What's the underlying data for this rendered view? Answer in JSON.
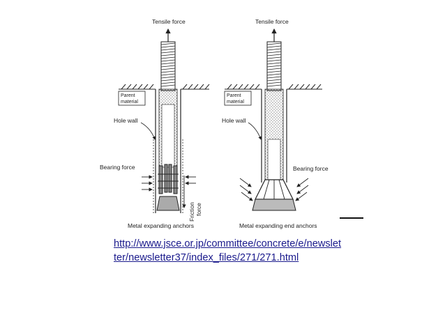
{
  "figure": {
    "left_panel": {
      "top_label": "Tensile force",
      "parent_material_label": [
        "Parent",
        "material"
      ],
      "hole_wall_label": "Hole wall",
      "bearing_force_label": "Bearing force",
      "friction_force_label": [
        "Friction",
        "force"
      ],
      "caption": "Metal expanding anchors"
    },
    "right_panel": {
      "top_label": "Tensile force",
      "parent_material_label": [
        "Parent",
        "material"
      ],
      "hole_wall_label": "Hole wall",
      "bearing_force_label": "Bearing force",
      "caption": "Metal expanding end anchors"
    }
  },
  "source_url": "http://www.jsce.or.jp/committee/concrete/e/newsletter/newsletter37/index_files/271/271.html",
  "colors": {
    "link": "#1a1a8c",
    "line": "#222222"
  }
}
